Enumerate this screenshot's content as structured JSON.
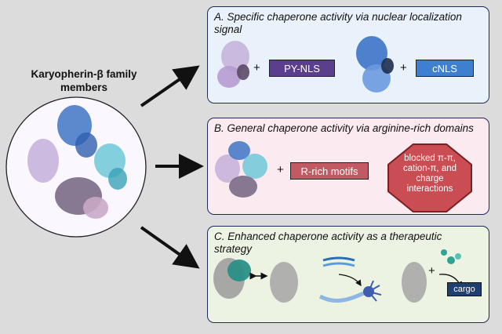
{
  "left": {
    "title": "Karyopherin-β family members"
  },
  "panel_a": {
    "title": "A. Specific chaperone activity via nuclear localization signal",
    "plus_1": "+",
    "pill_1": "PY-NLS",
    "plus_2": "+",
    "pill_2": "cNLS",
    "colors": {
      "bg": "#e9f1fa",
      "py_nls": "#5b3e8c",
      "cnls": "#3f7fd0"
    }
  },
  "panel_b": {
    "title": "B. General chaperone activity via arginine-rich domains",
    "plus": "+",
    "pill": "R-rich motifs",
    "stop_text": "blocked π-π, cation-π, and charge interactions",
    "colors": {
      "bg": "#fbeaf0",
      "pill": "#c25a63",
      "stop": "#c94d52"
    }
  },
  "panel_c": {
    "title": "C. Enhanced chaperone activity as a therapeutic strategy",
    "plus": "+",
    "cargo": "cargo",
    "colors": {
      "bg": "#edf3e3",
      "cargo": "#1f3f70",
      "teal": "#2fa394"
    }
  },
  "icons": [
    "protein-structure-icon",
    "neuron-icon",
    "rna-strand-icon",
    "arrow-icon"
  ]
}
